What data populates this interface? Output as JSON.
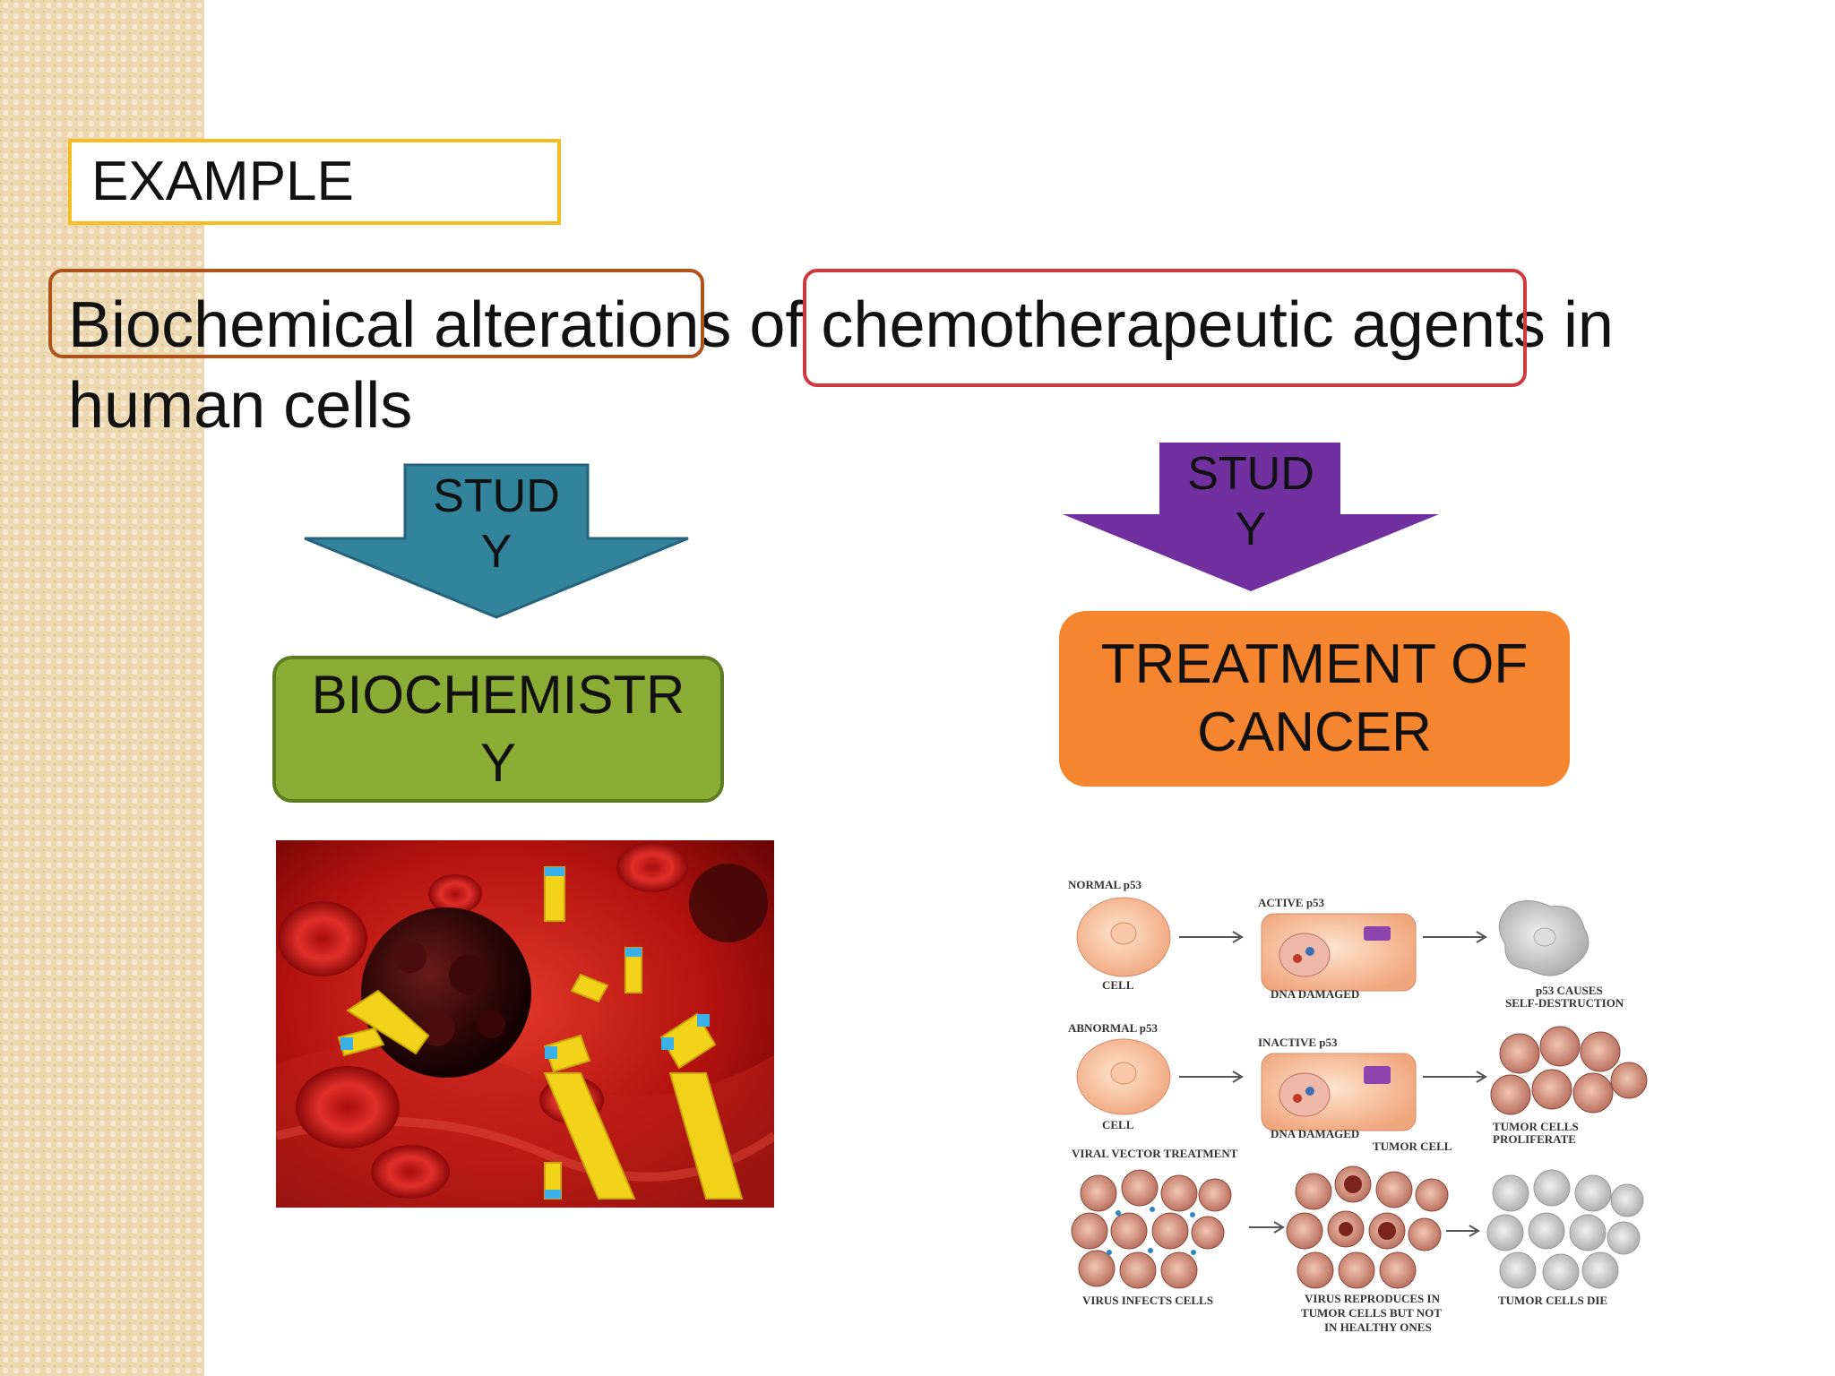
{
  "example": {
    "label": "EXAMPLE"
  },
  "main": {
    "line1": "Biochemical alterations of chemotherapeutic agents in",
    "line2": "human cells"
  },
  "left_flow": {
    "arrow_label_1": "STUD",
    "arrow_label_2": "Y",
    "arrow_color": "#31849b",
    "box_label_1": "BIOCHEMISTR",
    "box_label_2": "Y",
    "box_color": "#8cad35"
  },
  "right_flow": {
    "arrow_label_1": "STUD",
    "arrow_label_2": "Y",
    "arrow_color": "#7030a0",
    "box_label_1": "TREATMENT OF",
    "box_label_2": "CANCER",
    "box_color": "#f6852f"
  },
  "p53_diagram": {
    "normal_title": "NORMAL p53",
    "active_label": "ACTIVE p53",
    "cell_label": "CELL",
    "dna_damaged": "DNA DAMAGED",
    "self_destruct_1": "p53 CAUSES",
    "self_destruct_2": "SELF-DESTRUCTION",
    "abnormal_title": "ABNORMAL p53",
    "inactive_label": "INACTIVE p53",
    "cell_label_2": "CELL",
    "dna_damaged_2": "DNA DAMAGED",
    "proliferate_1": "TUMOR CELLS",
    "proliferate_2": "PROLIFERATE",
    "viral_title": "VIRAL VECTOR TREATMENT",
    "tumor_cell": "TUMOR CELL",
    "virus_infects": "VIRUS INFECTS CELLS",
    "virus_reproduces_1": "VIRUS REPRODUCES IN",
    "virus_reproduces_2": "TUMOR CELLS BUT NOT",
    "virus_reproduces_3": "IN HEALTHY ONES",
    "tumor_die": "TUMOR CELLS DIE"
  }
}
